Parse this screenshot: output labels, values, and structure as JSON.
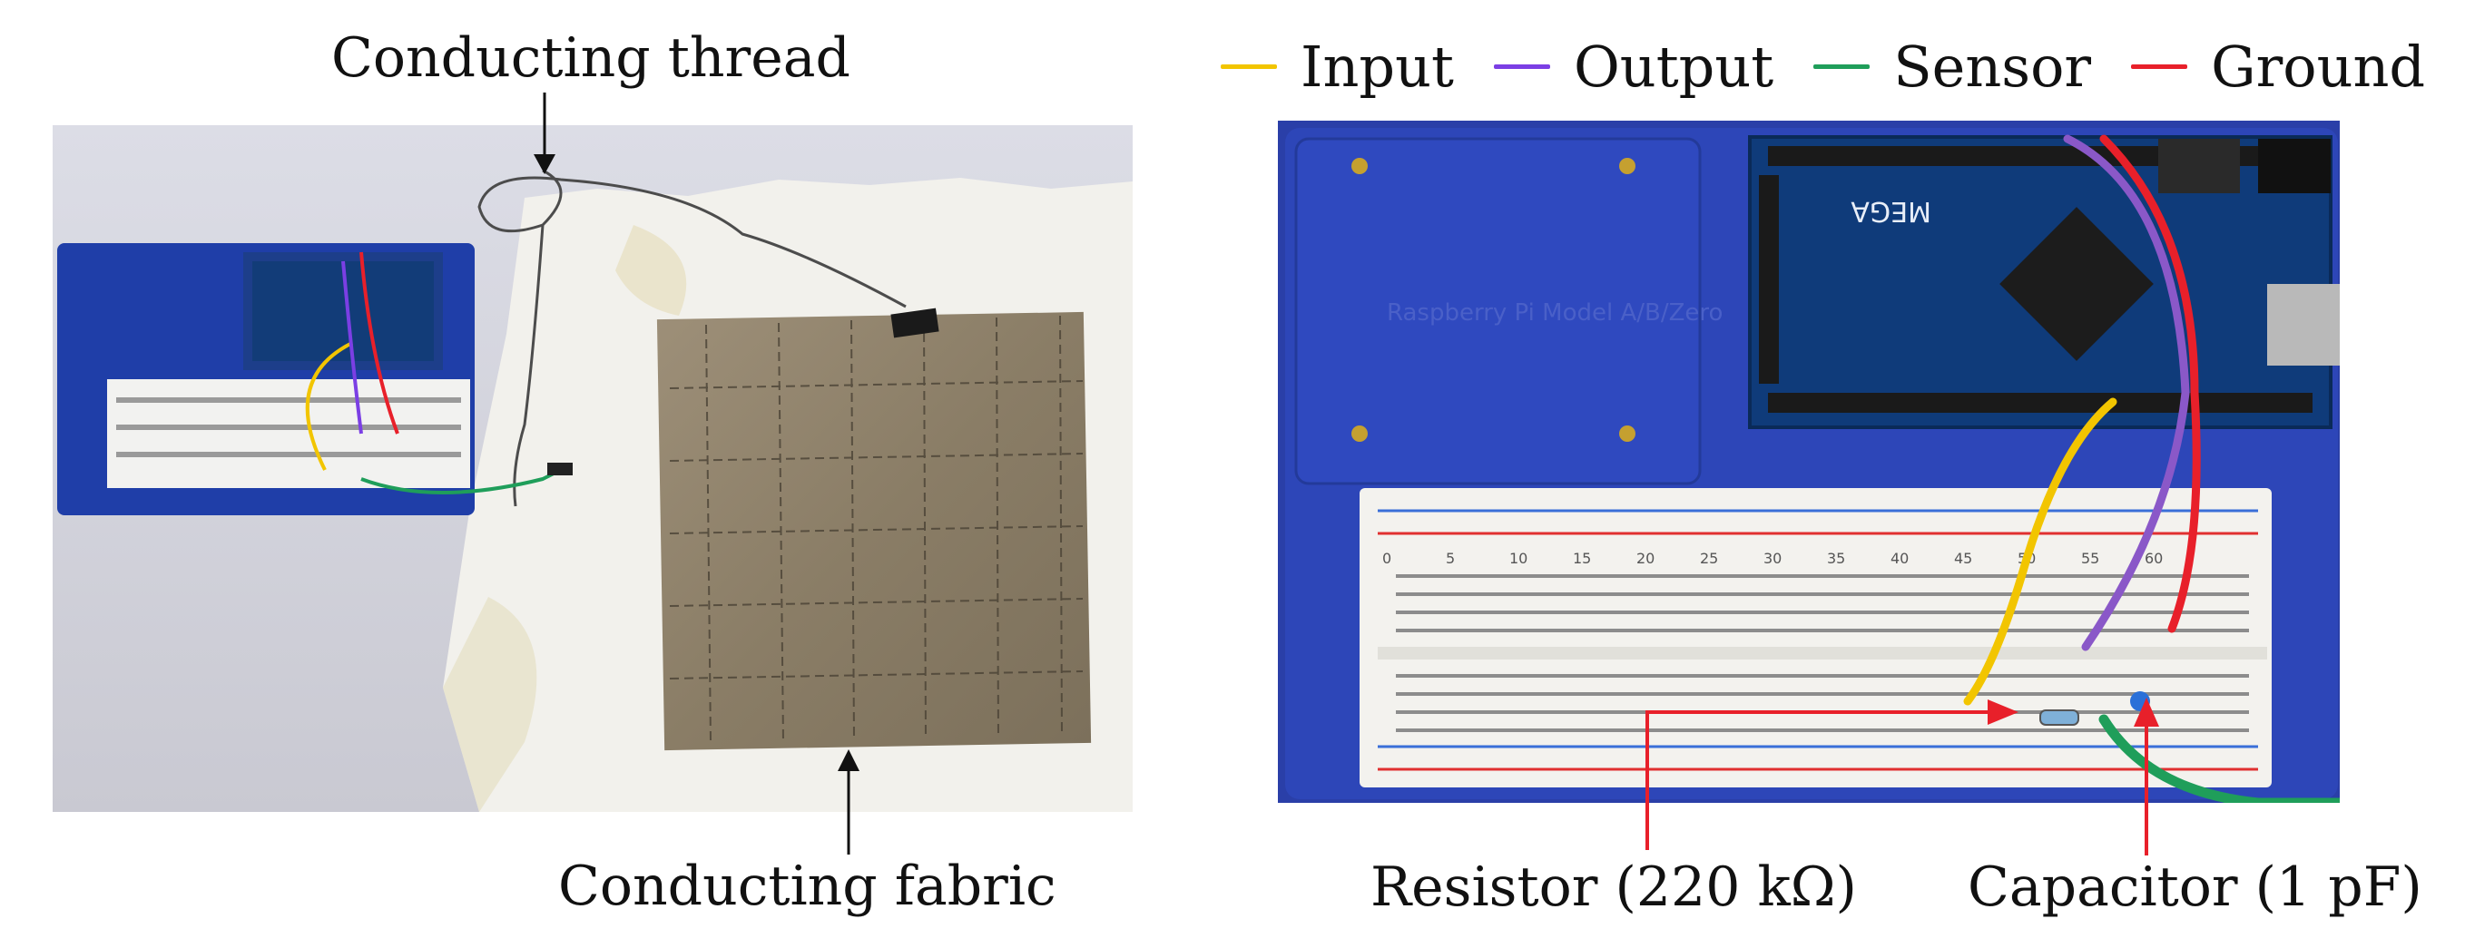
{
  "left_photo": {
    "labels": {
      "conducting_thread": "Conducting thread",
      "conducting_fabric": "Conducting fabric"
    }
  },
  "right_photo": {
    "legend": [
      {
        "name": "Input",
        "color": "#f2c500"
      },
      {
        "name": "Output",
        "color": "#7b3fe4"
      },
      {
        "name": "Sensor",
        "color": "#1f9e5a"
      },
      {
        "name": "Ground",
        "color": "#e8202a"
      }
    ],
    "labels": {
      "resistor": "Resistor (220 kΩ)",
      "capacitor": "Capacitor (1 pF)"
    },
    "board_text": {
      "brand": "MEGA",
      "bracket": "Raspberry Pi Model A/B/Zero"
    },
    "breadboard_numbers": [
      "0",
      "5",
      "10",
      "15",
      "20",
      "25",
      "30",
      "35",
      "40",
      "45",
      "50",
      "55",
      "60"
    ]
  },
  "colors": {
    "annotation_red": "#e8202a",
    "annotation_black": "#111111"
  }
}
